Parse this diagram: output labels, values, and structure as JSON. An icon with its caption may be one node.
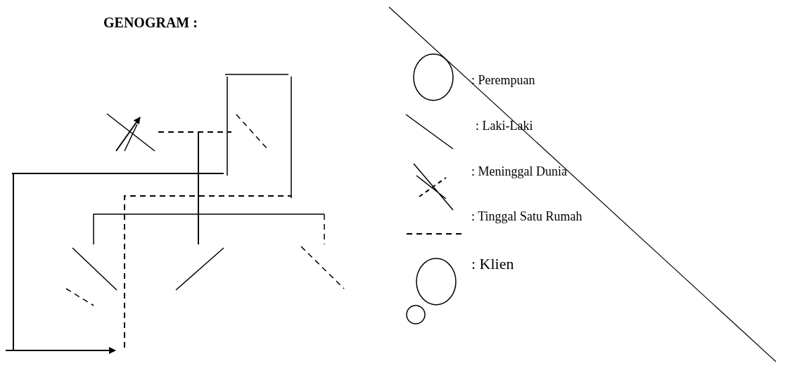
{
  "diagram": {
    "title": "GENOGRAM :",
    "legend": [
      {
        "text": ": Perempuan"
      },
      {
        "text": ": Laki-Laki"
      },
      {
        "text": ": Meninggal Dunia"
      },
      {
        "text": ": Tinggal Satu Rumah"
      },
      {
        "text": ": Klien"
      }
    ]
  }
}
